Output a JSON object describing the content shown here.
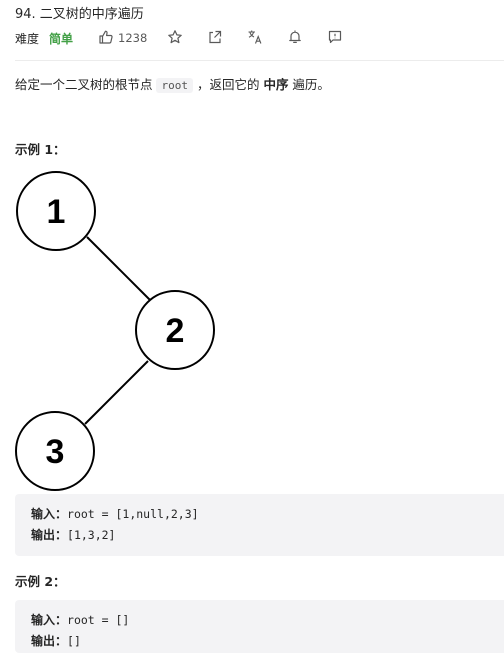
{
  "problem": {
    "title": "94. 二叉树的中序遍历",
    "difficulty_label": "难度",
    "difficulty": "简单",
    "difficulty_color": "#43a047",
    "likes": "1238",
    "icons": [
      "thumbs-up-icon",
      "star-icon",
      "share-icon",
      "translate-icon",
      "bell-icon",
      "feedback-icon"
    ]
  },
  "description": {
    "text_before": "给定一个二叉树的根节点 ",
    "code": "root",
    "text_middle": " ，返回它的 ",
    "emphasis": "中序",
    "text_after": " 遍历。"
  },
  "example1": {
    "title": "示例 1：",
    "tree_nodes": [
      "1",
      "2",
      "3"
    ],
    "input_label": "输入：",
    "input_value": "root = [1,null,2,3]",
    "output_label": "输出：",
    "output_value": "[1,3,2]"
  },
  "example2": {
    "title": "示例 2：",
    "input_label": "输入：",
    "input_value": "root = []",
    "output_label": "输出：",
    "output_value": "[]"
  }
}
